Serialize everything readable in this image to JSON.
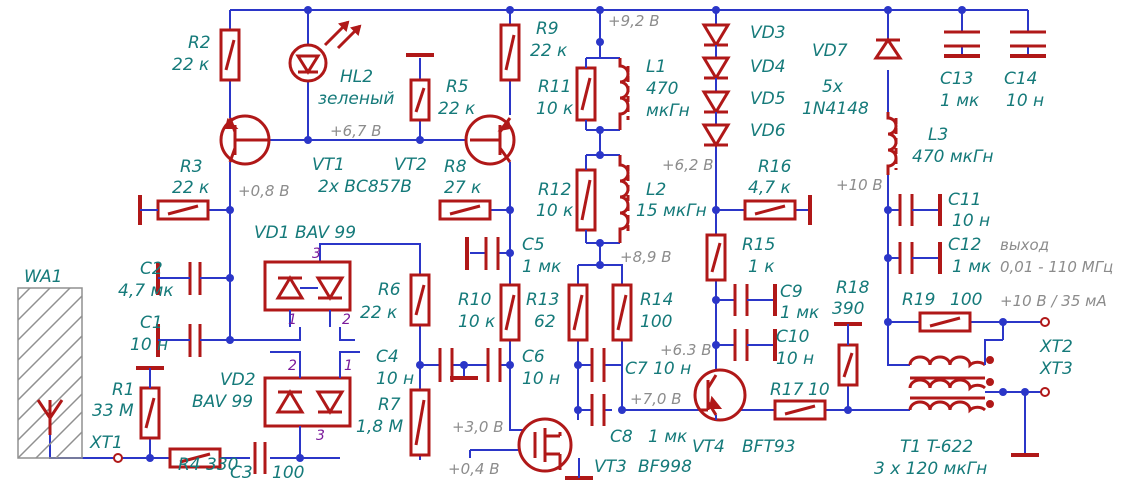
{
  "components": {
    "wa1": "WA1",
    "xt1": "XT1",
    "r1": "R1",
    "r1_val": "33 М",
    "r2": "R2",
    "r2_val": "22 к",
    "r3": "R3",
    "r3_val": "22 к",
    "r4": "R4 330",
    "r5": "R5",
    "r5_val": "22 к",
    "r6": "R6",
    "r6_val": "22 к",
    "r7": "R7",
    "r7_val": "1,8 М",
    "r8": "R8",
    "r8_val": "27 к",
    "r9": "R9",
    "r9_val": "22 к",
    "r10": "R10",
    "r10_val": "10 к",
    "r11": "R11",
    "r11_val": "10 к",
    "r12": "R12",
    "r12_val": "10 к",
    "r13": "R13",
    "r13_val": "62",
    "r14": "R14",
    "r14_val": "100",
    "r15": "R15",
    "r15_val": "1 к",
    "r16": "R16",
    "r16_val": "4,7 к",
    "r17": "R17",
    "r17_val": "10",
    "r18": "R18",
    "r18_val": "390",
    "r19": "R19",
    "r19_val": "100",
    "c1": "C1",
    "c1_val": "10 н",
    "c2": "C2",
    "c2_val": "4,7 мк",
    "c3": "C3",
    "c3_val": "100",
    "c4": "C4",
    "c4_val": "10 н",
    "c5": "C5",
    "c5_val": "1 мк",
    "c6": "C6",
    "c6_val": "10 н",
    "c7": "C7 10 н",
    "c8": "C8",
    "c8_val": "1 мк",
    "c9": "C9",
    "c9_val": "1 мк",
    "c10": "C10",
    "c10_val": "10 н",
    "c11": "C11",
    "c11_val": "10 н",
    "c12": "C12",
    "c12_val": "1 мк",
    "c13": "C13",
    "c13_val": "1 мк",
    "c14": "C14",
    "c14_val": "10 н",
    "l1": "L1",
    "l1_val1": "470",
    "l1_val2": "мкГн",
    "l2": "L2",
    "l2_val": "15 мкГн",
    "l3": "L3",
    "l3_val": "470 мкГн",
    "vd1": "VD1 BAV 99",
    "vd2": "VD2",
    "vd2_val": "BAV 99",
    "vd3": "VD3",
    "vd4": "VD4",
    "vd5": "VD5",
    "vd6": "VD6",
    "vd_note1": "5x",
    "vd_note2": "1N4148",
    "vd7": "VD7",
    "hl2": "HL2",
    "hl2_val": "зеленый",
    "vt1": "VT1",
    "vt2": "VT2",
    "vt12_val": "2x BC857B",
    "vt3": "VT3",
    "vt3_val": "BF998",
    "vt4": "VT4",
    "vt4_val": "BFT93",
    "t1": "T1 T-622",
    "t1_val": "3 x 120 мкГн",
    "xt2": "XT2",
    "xt3": "XT3",
    "out_title": "выход",
    "out_range": "0,01 - 110 МГц",
    "out_power": "+10 В / 35 мА"
  },
  "voltages": {
    "v1": "+9,2 В",
    "v2": "+6,7 В",
    "v3": "+0,8 В",
    "v4": "+6,2 В",
    "v5": "+10 В",
    "v6": "+8,9 В",
    "v7": "+6.3 В",
    "v8": "+7,0 В",
    "v9": "+3,0 В",
    "v10": "+0,4 В"
  },
  "pins": {
    "p3a": "3",
    "p1a": "1",
    "p2a": "2",
    "p2b": "2",
    "p1b": "1",
    "p3b": "3"
  }
}
